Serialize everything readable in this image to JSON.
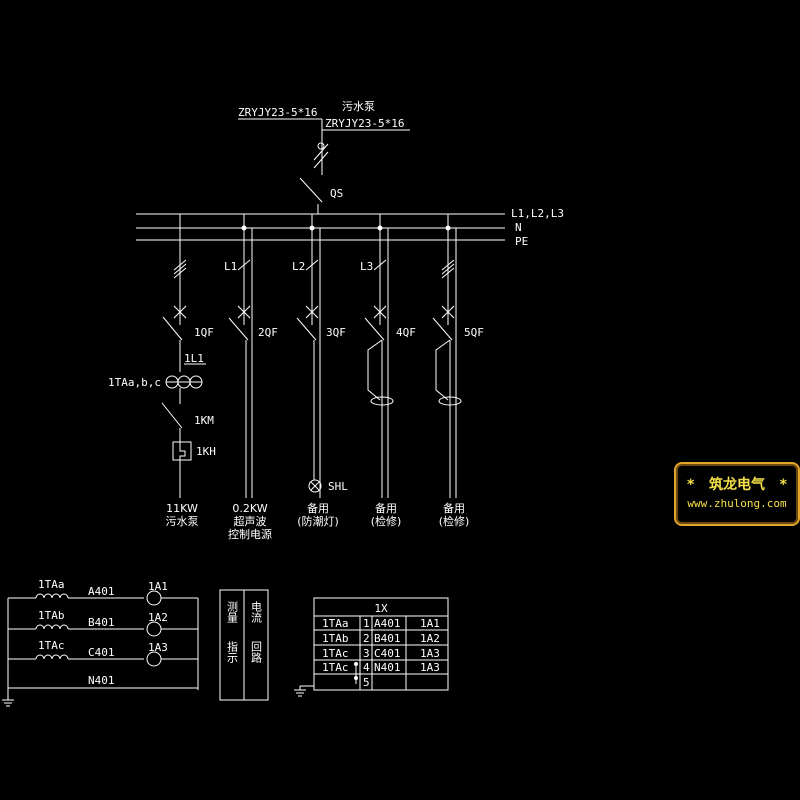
{
  "feeder": {
    "cable_label_1": "ZRYJY23-5*16",
    "cable_label_2": "ZRYJY23-5*16",
    "title": "污水泵",
    "switch": "QS"
  },
  "bus": {
    "phases": "L1,L2,L3",
    "neutral": "N",
    "earth": "PE"
  },
  "branch_phases": [
    "L1",
    "L2",
    "L3"
  ],
  "breakers": [
    "1QF",
    "2QF",
    "3QF",
    "4QF",
    "5QF"
  ],
  "branch1": {
    "ct_ref": "1L1",
    "ct_label": "1TAa,b,c",
    "contactor": "1KM",
    "thermal_relay": "1KH"
  },
  "lamp": "SHL",
  "circuits": [
    {
      "line1": "11KW",
      "line2": "污水泵",
      "line3": ""
    },
    {
      "line1": "0.2KW",
      "line2": "超声波",
      "line3": "控制电源"
    },
    {
      "line1": "备用",
      "line2": "(防潮灯)",
      "line3": ""
    },
    {
      "line1": "备用",
      "line2": "(检修)",
      "line3": ""
    },
    {
      "line1": "备用",
      "line2": "(检修)",
      "line3": ""
    }
  ],
  "ct_circuit": {
    "rows": [
      {
        "ct": "1TAa",
        "wire": "A401",
        "meter": "1A1"
      },
      {
        "ct": "1TAb",
        "wire": "B401",
        "meter": "1A2"
      },
      {
        "ct": "1TAc",
        "wire": "C401",
        "meter": "1A3"
      }
    ],
    "neutral_wire": "N401"
  },
  "legend_box": {
    "col1": "测量",
    "col2": "指示",
    "col3": "电流",
    "col4": "回路"
  },
  "terminal_block": {
    "title": "1X",
    "rows": [
      {
        "from": "1TAa",
        "num": "1",
        "wire": "A401",
        "to": "1A1"
      },
      {
        "from": "1TAb",
        "num": "2",
        "wire": "B401",
        "to": "1A2"
      },
      {
        "from": "1TAc",
        "num": "3",
        "wire": "C401",
        "to": "1A3"
      },
      {
        "from": "1TAc",
        "num": "4",
        "wire": "N401",
        "to": "1A3"
      },
      {
        "from": "",
        "num": "5",
        "wire": "",
        "to": ""
      }
    ]
  },
  "watermark": {
    "brand": "筑龙电气",
    "url": "www.zhulong.com",
    "star": "*"
  },
  "colors": {
    "background": "#000000",
    "lines": "#ffffff",
    "watermark_border": "#e3a52a",
    "watermark_text": "#f4e04b"
  }
}
